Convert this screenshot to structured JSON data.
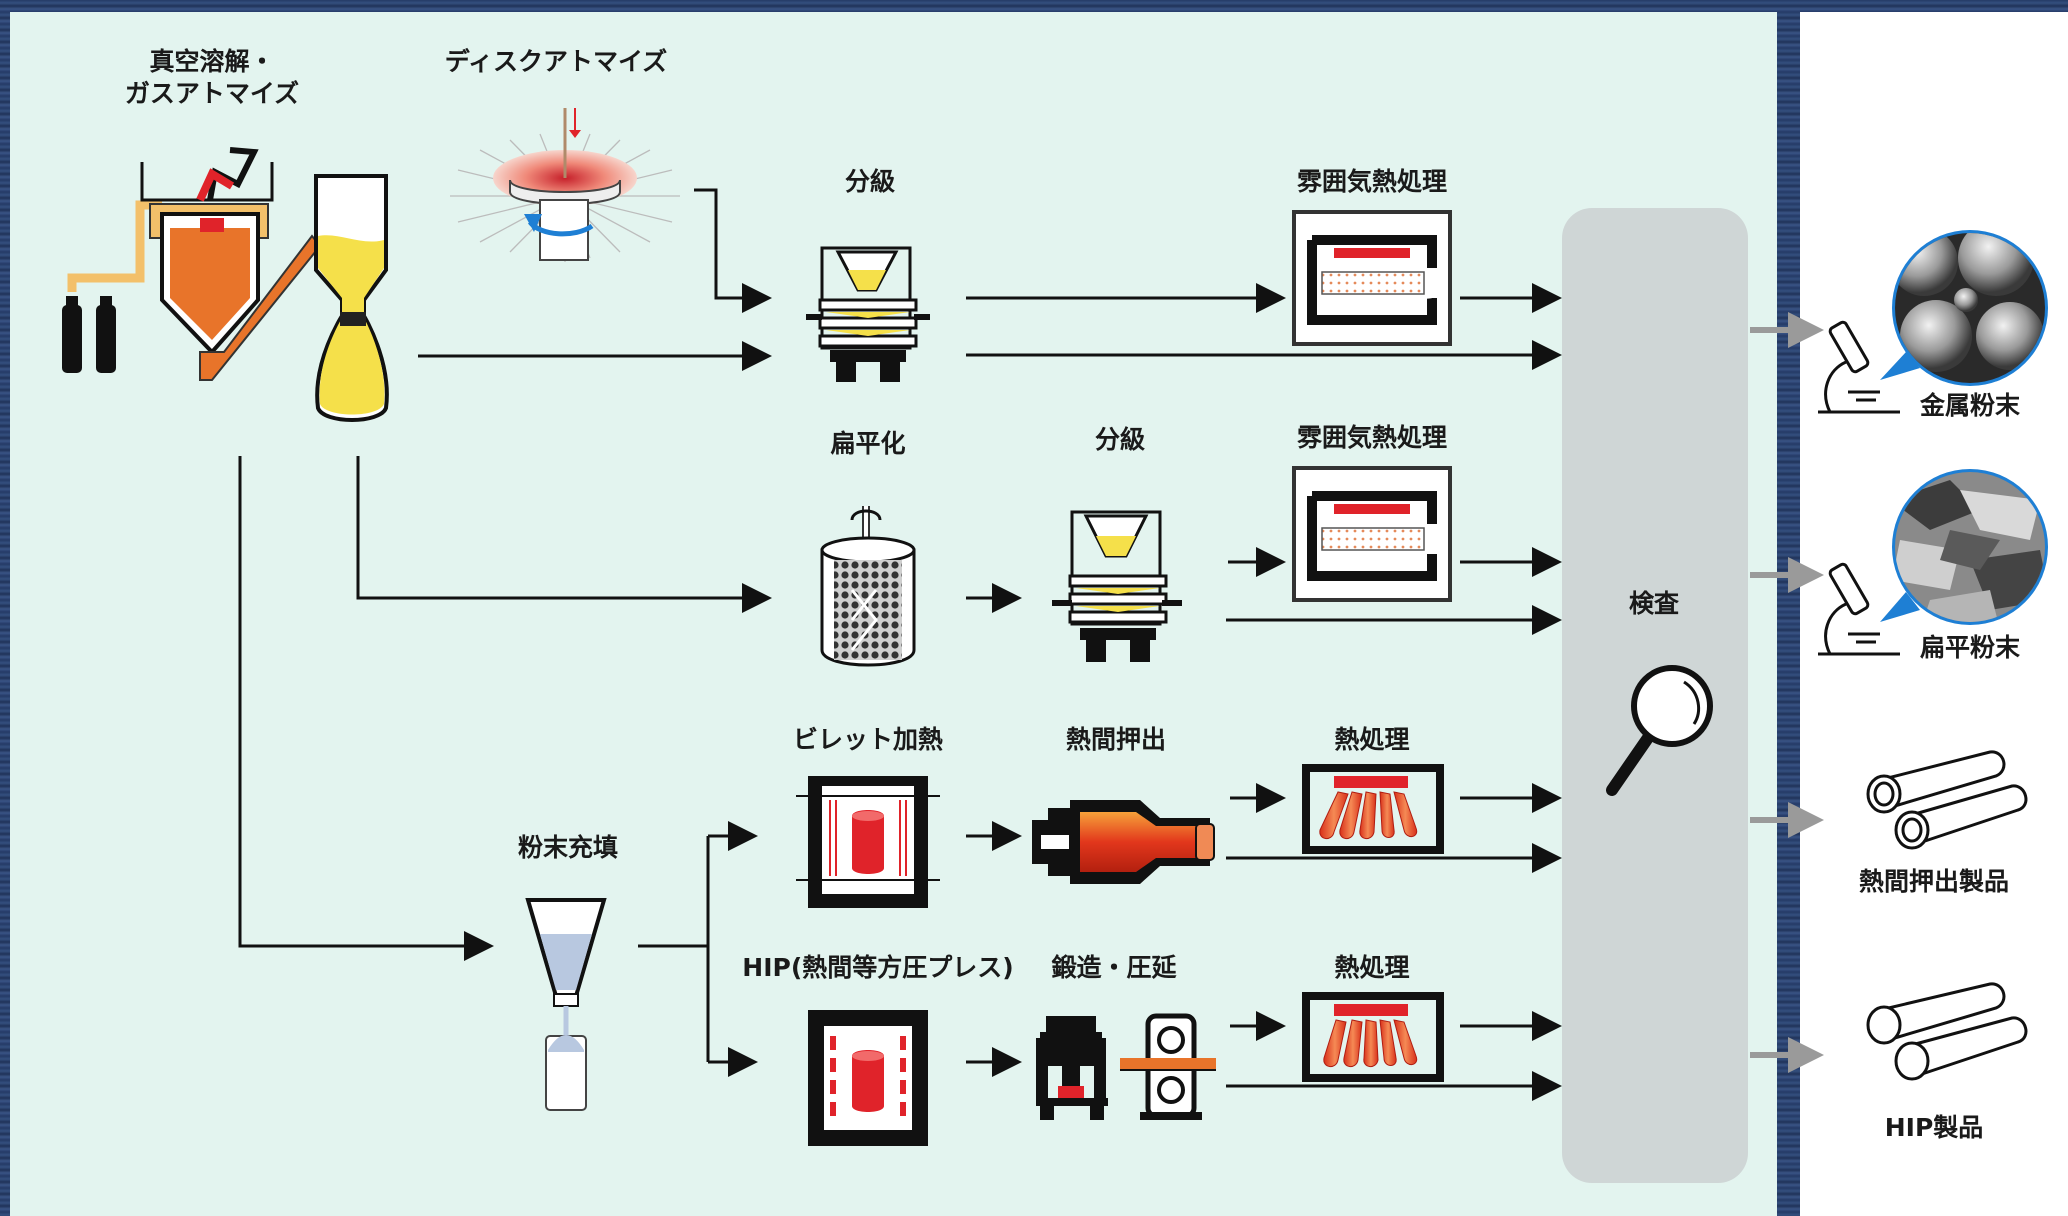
{
  "labels": {
    "vacuum_gas_atomize": "真空溶解・\nガスアトマイズ",
    "disk_atomize": "ディスクアトマイズ",
    "classify_1": "分級",
    "atmos_heat_1": "雰囲気熱処理",
    "flatten": "扁平化",
    "classify_2": "分級",
    "atmos_heat_2": "雰囲気熱処理",
    "inspection": "検査",
    "billet_heat": "ビレット加熱",
    "hot_extrude": "熱間押出",
    "heat_treat_1": "熱処理",
    "powder_fill": "粉末充填",
    "hip": "HIP(熱間等方圧プレス)",
    "forge_roll": "鍛造・圧延",
    "heat_treat_2": "熱処理"
  },
  "products": {
    "metal_powder": "金属粉末",
    "flat_powder": "扁平粉末",
    "extruded_product": "熱間押出製品",
    "hip_product": "HIP製品"
  },
  "colors": {
    "panel": "#e3f4ef",
    "inspection": "#cfd6d6",
    "orange": "#e8742a",
    "yellow": "#f5e04a",
    "red": "#e0232a",
    "blue_ring": "#1e7fd4",
    "gray_arrow": "#9a9a9a"
  }
}
